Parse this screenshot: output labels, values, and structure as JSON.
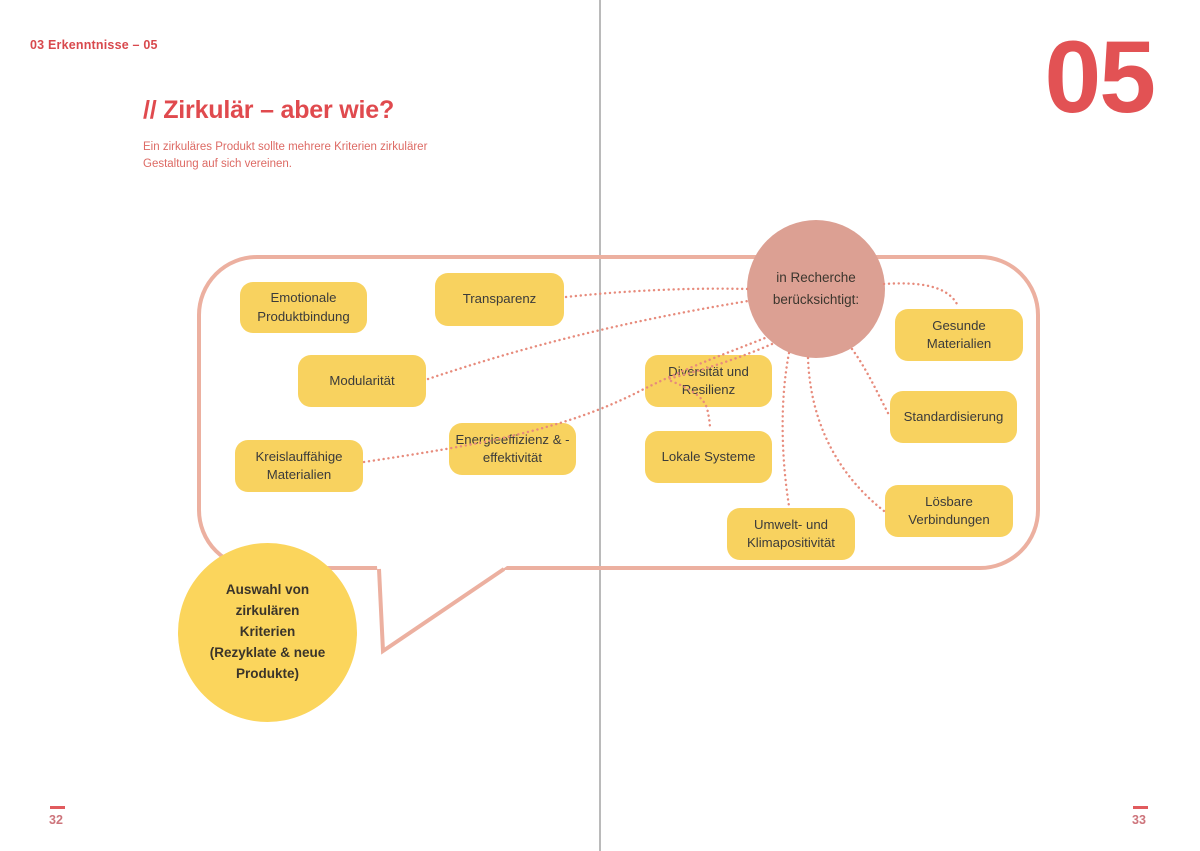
{
  "page": {
    "header": "03 Erkenntnisse – 05",
    "chapter_number": "05",
    "title": "// Zirkulär – aber wie?",
    "subtitle": "Ein zirkuläres Produkt sollte mehrere Kriterien zirkulärer\nGestaltung auf sich vereinen.",
    "page_number_left": "32",
    "page_number_right": "33"
  },
  "diagram": {
    "research_circle": {
      "label": "in Recherche\nberücksichtigt:"
    },
    "selection_circle": {
      "label": "Auswahl von\nzirkulären\nKriterien\n(Rezyklate & neue\nProdukte)"
    },
    "boxes": [
      {
        "id": "emotionale-produktbindung",
        "label": "Emotionale\nProduktbindung"
      },
      {
        "id": "transparenz",
        "label": "Transparenz"
      },
      {
        "id": "modularitaet",
        "label": "Modularität"
      },
      {
        "id": "kreislauffaehige-materialien",
        "label": "Kreislauffähige\nMaterialien"
      },
      {
        "id": "energieeffizienz",
        "label": "Energieeffizienz & -\neffektivität"
      },
      {
        "id": "diversitaet-resilienz",
        "label": "Diversität und\nResilienz"
      },
      {
        "id": "lokale-systeme",
        "label": "Lokale Systeme"
      },
      {
        "id": "umwelt-klimapositivitaet",
        "label": "Umwelt- und\nKlimapositivität"
      },
      {
        "id": "gesunde-materialien",
        "label": "Gesunde\nMaterialien"
      },
      {
        "id": "standardisierung",
        "label": "Standardisierung"
      },
      {
        "id": "loesbare-verbindungen",
        "label": "Lösbare\nVerbindungen"
      }
    ]
  },
  "colors": {
    "accent_red": "#e04a4e",
    "subtitle_red": "#dd6a64",
    "box_yellow": "#f8d25f",
    "selection_circle_yellow": "#fbd55c",
    "research_circle_salmon": "#dca093",
    "bubble_outline": "#ecb0a0",
    "dotted_connector": "#e78b7c",
    "divider_gray": "#a9a9a9",
    "page_number": "#cd747b"
  }
}
